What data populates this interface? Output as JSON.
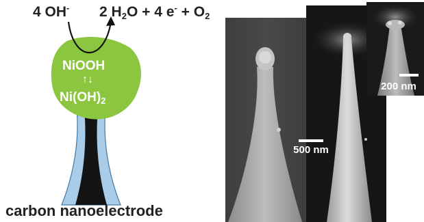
{
  "reaction": {
    "left_coef": "4",
    "left_species": "OH",
    "left_charge": "-",
    "right_h2o_coef": "2",
    "right_h2o_a": "H",
    "right_h2o_sub": "2",
    "right_h2o_b": "O",
    "plus1": "+",
    "right_e_coef": "4",
    "right_e": "e",
    "right_e_charge": "-",
    "plus2": "+",
    "right_o2": "O",
    "right_o2_sub": "2"
  },
  "catalyst": {
    "oxidized": "NiOOH",
    "equilibrium_symbol": "↑↓",
    "reduced_base": "Ni(OH)",
    "reduced_sub": "2"
  },
  "caption": "carbon nanoelectrode",
  "scale_bars": [
    {
      "label": "500 nm"
    },
    {
      "label": "200 nm"
    }
  ],
  "colors": {
    "catalyst_green": "#8cc641",
    "carbon_black": "#141414",
    "glass_blue": "#a9cde9",
    "text_dark": "#222222"
  }
}
